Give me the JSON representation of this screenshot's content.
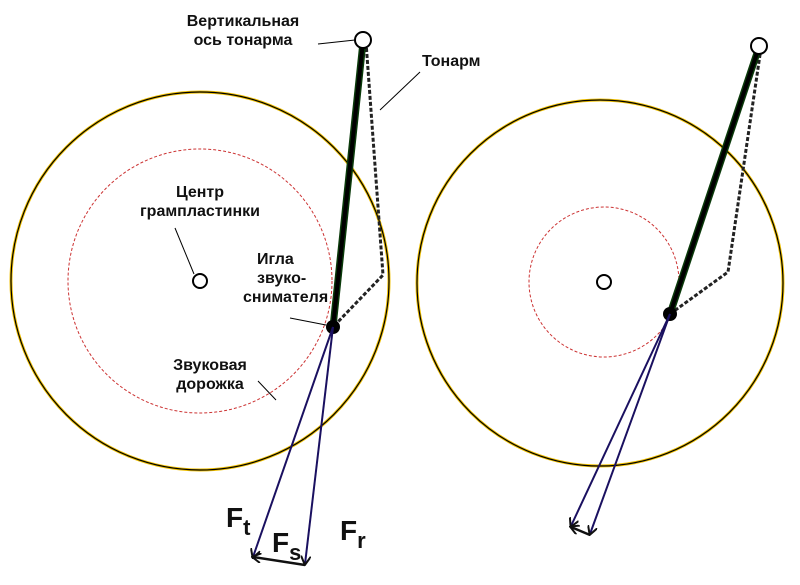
{
  "labels": {
    "pivot_line1": "Вертикальная",
    "pivot_line2": "ось тонарма",
    "tonearm": "Тонарм",
    "center_line1": "Центр",
    "center_line2": "грампластинки",
    "needle_line1": "Игла",
    "needle_line2": "звуко-",
    "needle_line3": "снимателя",
    "groove_line1": "Звуковая",
    "groove_line2": "дорожка"
  },
  "forces": {
    "ft_main": "F",
    "ft_sub": "t",
    "fs_main": "F",
    "fs_sub": "s",
    "fr_main": "F",
    "fr_sub": "r"
  },
  "colors": {
    "disc": "#000000",
    "disc_edge": "#f0c000",
    "groove": "#cc3333",
    "arm": "#0a3a0a",
    "arrow": "#1a1060"
  }
}
